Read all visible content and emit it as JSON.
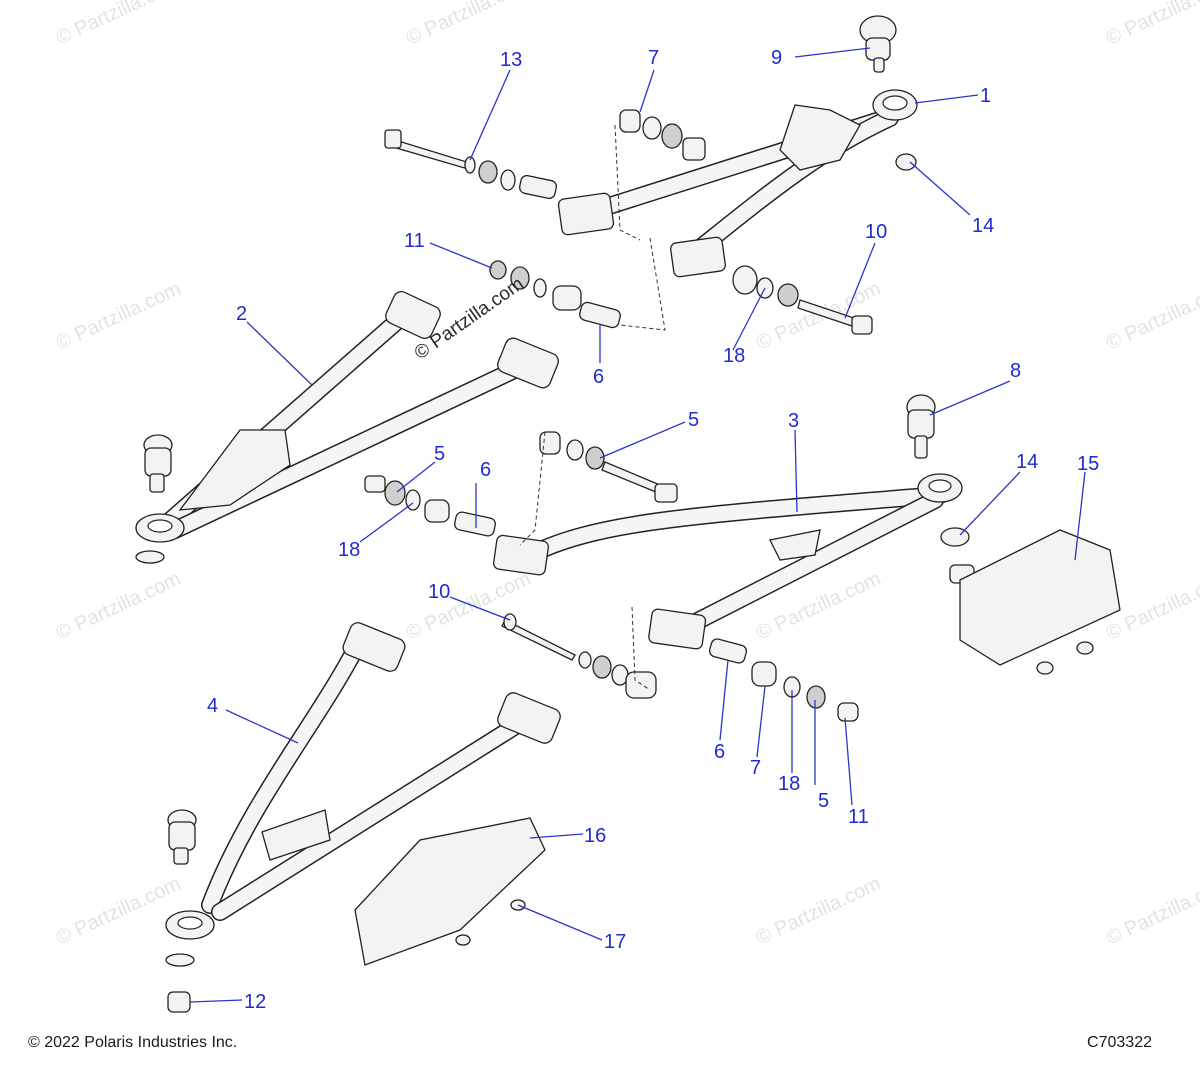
{
  "watermark": "© Partzilla.com",
  "footer": {
    "copyright": "© 2022 Polaris Industries Inc.",
    "code": "C703322"
  },
  "callouts": [
    "1",
    "2",
    "3",
    "4",
    "5",
    "5",
    "5",
    "6",
    "6",
    "6",
    "7",
    "7",
    "8",
    "9",
    "10",
    "10",
    "11",
    "11",
    "12",
    "13",
    "14",
    "14",
    "15",
    "16",
    "17",
    "18",
    "18",
    "18"
  ],
  "colors": {
    "callout": "#1f2bd6",
    "line": "#222222",
    "watermark": "#e3e3e3"
  }
}
